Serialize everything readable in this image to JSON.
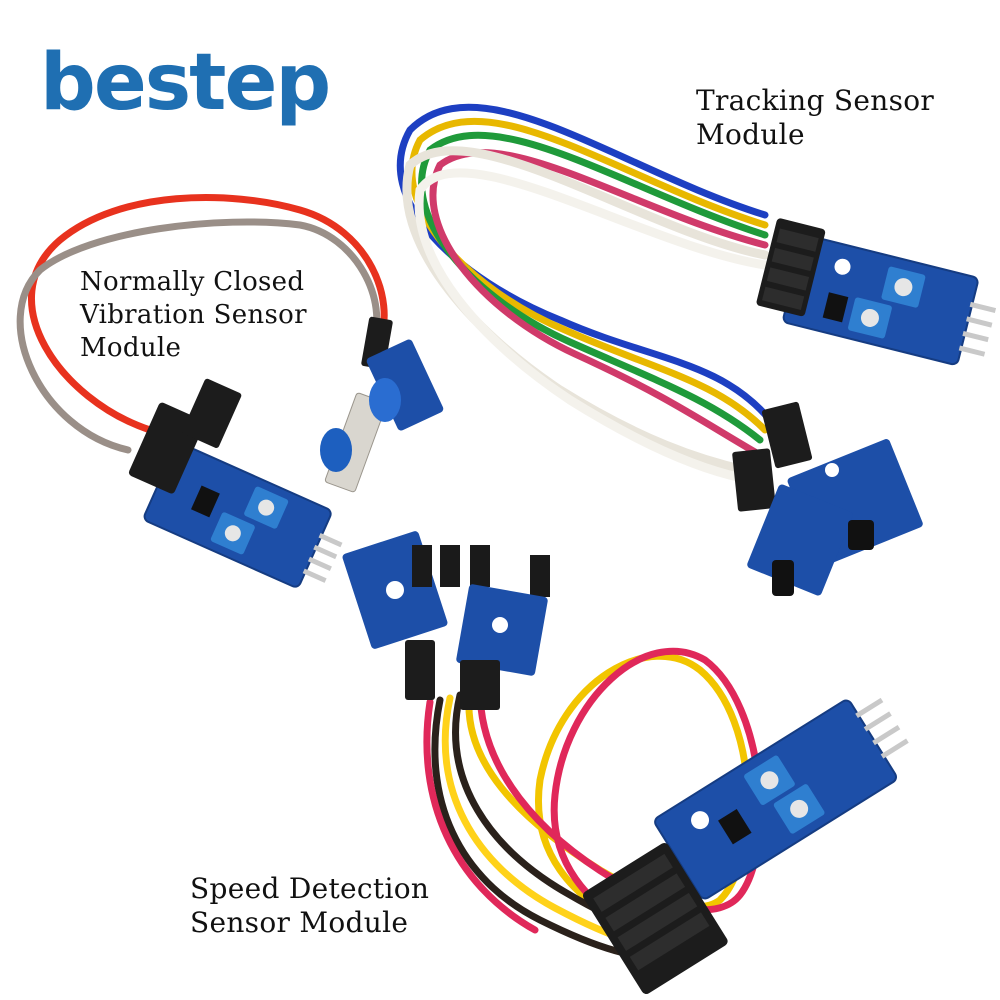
{
  "brand": {
    "logo_text": "bestep",
    "color": "#1f6fb2"
  },
  "labels": {
    "tracking": [
      "Tracking Sensor",
      "Module"
    ],
    "vibration": [
      "Normally Closed",
      "Vibration Sensor",
      "Module"
    ],
    "speed": [
      "Speed Detection",
      "Sensor Module"
    ]
  },
  "colors": {
    "pcb": "#1d4fa8",
    "pcb_dark": "#153c82",
    "connector": "#1c1c1c",
    "pin": "#c9c9c9",
    "potentiometer": "#2f7fd0",
    "wire_tracking": [
      "#1d3fc2",
      "#e8b800",
      "#1f9a3a",
      "#d03a6a",
      "#f1efe8",
      "#e8e4da"
    ],
    "wire_vibration": [
      "#e8321e",
      "#9a8f88"
    ],
    "wire_speed": [
      "#f2c500",
      "#e0285a",
      "#2a211b",
      "#ffd21a"
    ]
  }
}
